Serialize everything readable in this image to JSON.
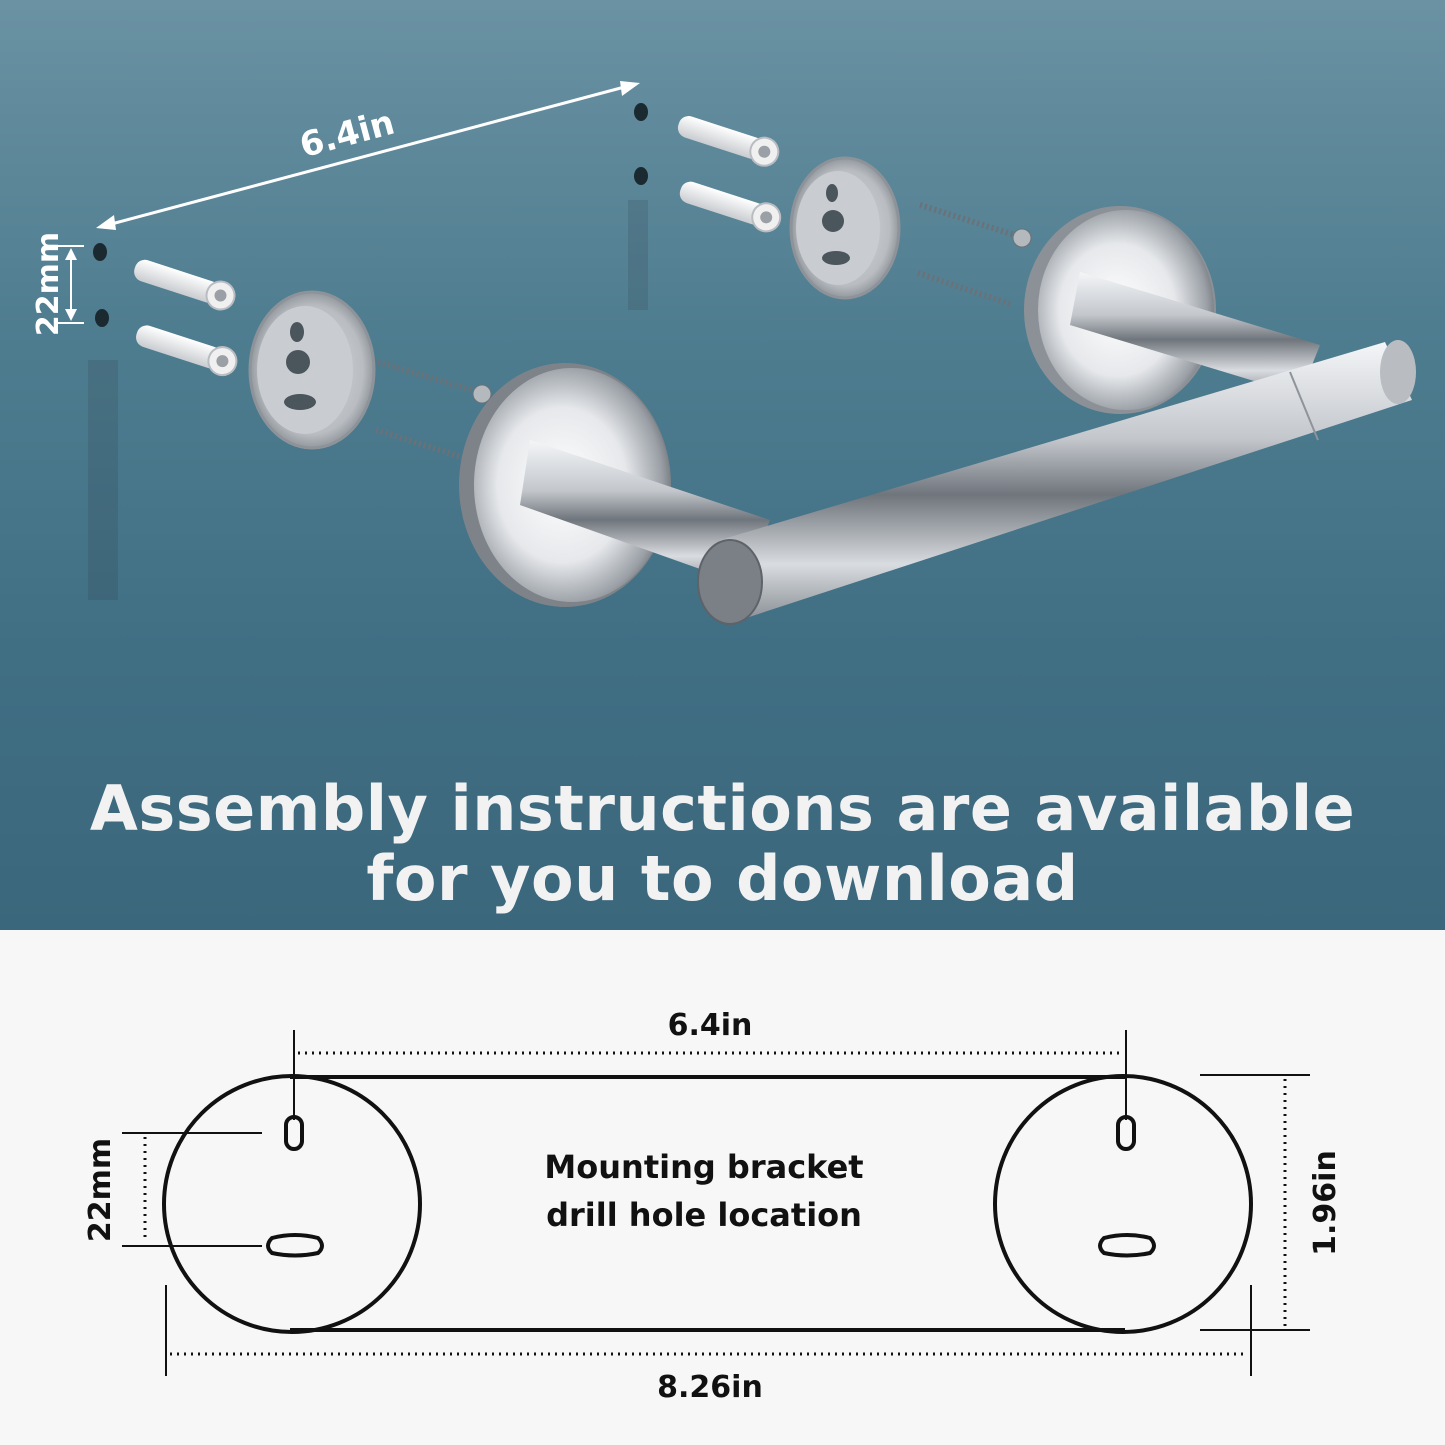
{
  "headline": {
    "line1": "Assembly instructions are available",
    "line2": "for you to download"
  },
  "photo_dimensions": {
    "hole_spacing": "6.4in",
    "hole_vertical": "22mm"
  },
  "diagram": {
    "title_line1": "Mounting bracket",
    "title_line2": "drill hole location",
    "top_spacing": "6.4in",
    "left_vertical": "22mm",
    "right_height": "1.96in",
    "bottom_width": "8.26in"
  },
  "colors": {
    "background_top": "#4f7d90",
    "background_bottom": "#f7f7f7",
    "line": "#111111",
    "chrome": "#c9ccd0"
  }
}
